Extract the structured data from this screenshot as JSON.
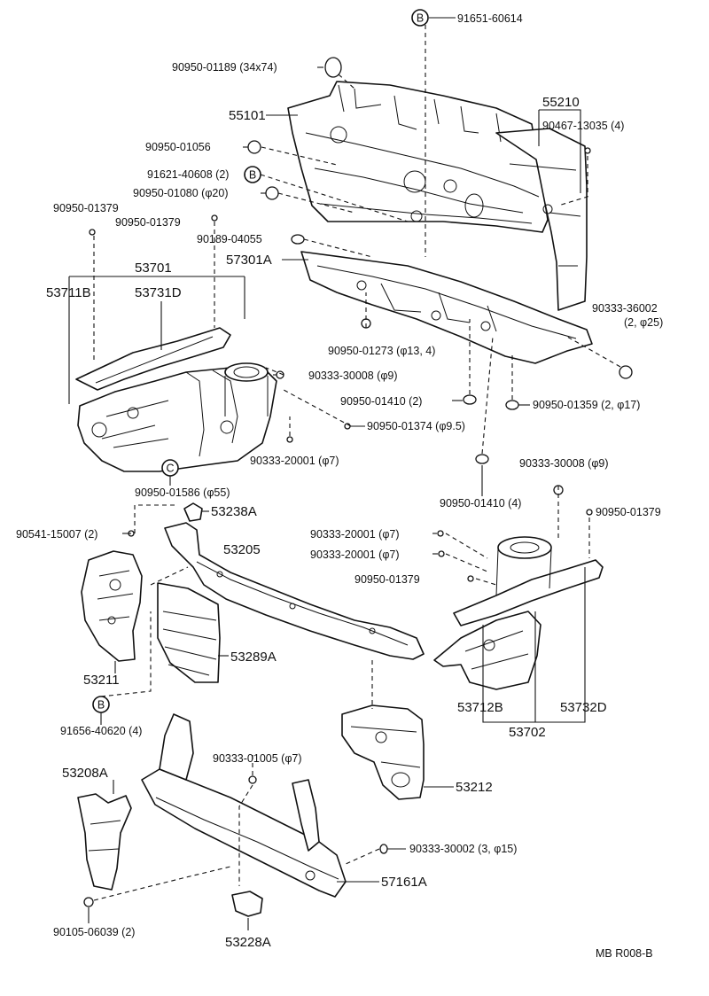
{
  "labels": {
    "p91651_60614": "91651-60614",
    "p90950_01189": "90950-01189 (34x74)",
    "p55101": "55101",
    "p55210": "55210",
    "p90467_13035": "90467-13035 (4)",
    "p90950_01056": "90950-01056",
    "p91621_40608": "91621-40608 (2)",
    "p90950_01080": "90950-01080 (φ20)",
    "p90950_01379_a": "90950-01379",
    "p90950_01379_b": "90950-01379",
    "p90189_04055": "90189-04055",
    "p57301A": "57301A",
    "p53701": "53701",
    "p53711B": "53711B",
    "p53731D": "53731D",
    "p90333_36002": "90333-36002",
    "p90333_36002_qty": "(2, φ25)",
    "p90950_01273": "90950-01273 (φ13, 4)",
    "p90333_30008_a": "90333-30008 (φ9)",
    "p90950_01410_a": "90950-01410 (2)",
    "p90950_01359": "90950-01359 (2, φ17)",
    "p90950_01374": "90950-01374 (φ9.5)",
    "p90333_20001_a": "90333-20001 (φ7)",
    "p90950_01586": "90950-01586 (φ55)",
    "p90950_01410_b": "90950-01410 (4)",
    "p90333_30008_b": "90333-30008 (φ9)",
    "p53238A": "53238A",
    "p90950_01379_c": "90950-01379",
    "p90541_15007": "90541-15007 (2)",
    "p53205": "53205",
    "p90333_20001_b": "90333-20001 (φ7)",
    "p90333_20001_c": "90333-20001 (φ7)",
    "p90950_01379_d": "90950-01379",
    "p53289A": "53289A",
    "p53211": "53211",
    "p91656_40620": "91656-40620 (4)",
    "p53712B": "53712B",
    "p53732D": "53732D",
    "p53702": "53702",
    "p53208A": "53208A",
    "p90333_01005": "90333-01005 (φ7)",
    "p53212": "53212",
    "p90333_30002": "90333-30002 (3, φ15)",
    "p57161A": "57161A",
    "p90105_06039": "90105-06039 (2)",
    "p53228A": "53228A",
    "footer_code": "MB  R008-B"
  },
  "markers": {
    "b": "B",
    "c": "C"
  },
  "colors": {
    "ink": "#111111",
    "paper": "#ffffff"
  }
}
